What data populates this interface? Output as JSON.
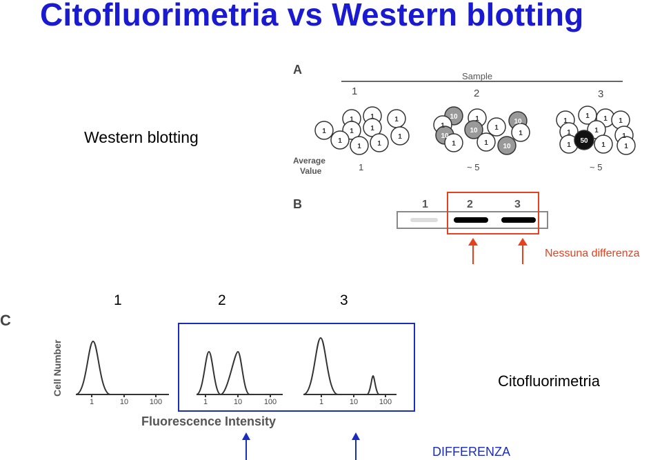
{
  "title": "Citofluorimetria vs Western blotting",
  "labels": {
    "western": "Western blotting",
    "nessuna": "Nessuna differenza",
    "citofluorimetria": "Citofluorimetria",
    "differenza": "DIFFERENZA"
  },
  "top_numbers": [
    "1",
    "2",
    "3"
  ],
  "panel_a": {
    "letter": "A",
    "header": "Sample",
    "samples": [
      "1",
      "2",
      "3"
    ],
    "average_label_line1": "Average",
    "average_label_line2": "Value",
    "averages": [
      "1",
      "~ 5",
      "~ 5"
    ]
  },
  "panel_b": {
    "letter": "B",
    "lanes": [
      "1",
      "2",
      "3"
    ]
  },
  "panel_c": {
    "letter": "C",
    "ylabel": "Cell Number",
    "xlabel": "Fluorescence Intensity",
    "ticks": [
      "1",
      "10",
      "100"
    ]
  },
  "colors": {
    "title": "#1a1ad0",
    "red": "#e8401c",
    "blue": "#1a2bc0"
  }
}
